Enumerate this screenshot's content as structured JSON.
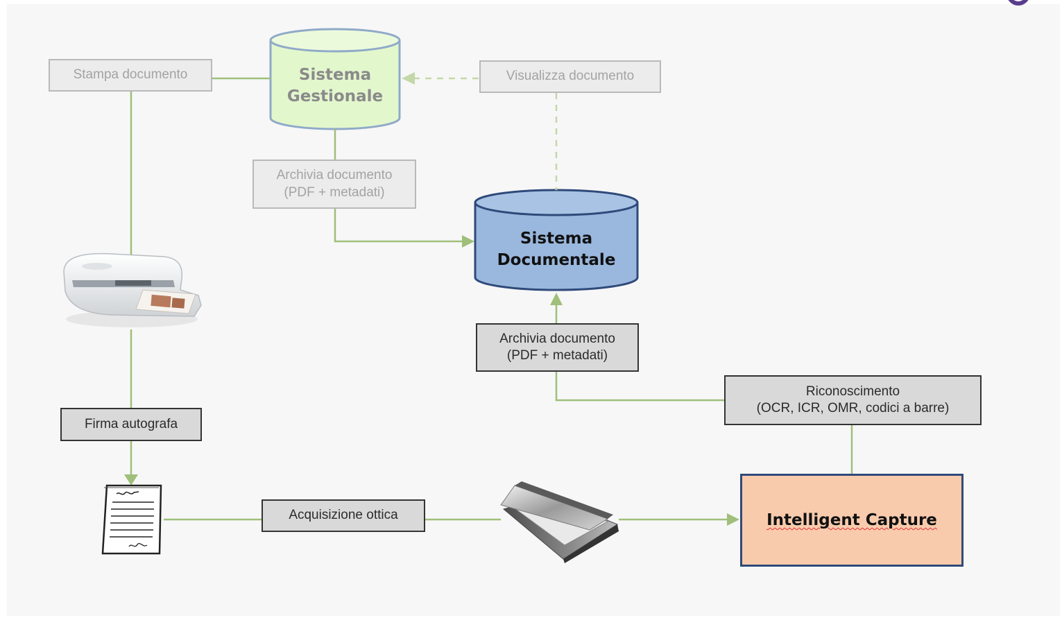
{
  "colors": {
    "background": "#f7f7f7",
    "connector": "#9fbf7a",
    "connector_dashed": "#c3d8a8",
    "gestionale_fill": "#e3f7cd",
    "documentale_fill": "#9ab8de",
    "capture_fill": "#f9cbad",
    "capture_border": "#2f4a7a"
  },
  "nodes": {
    "sistema_gestionale": "Sistema\nGestionale",
    "sistema_documentale": "Sistema\nDocumentale",
    "intelligent_capture": "Intelligent Capture"
  },
  "labels": {
    "stampa_documento": "Stampa documento",
    "visualizza_documento": "Visualizza documento",
    "archivia_documento_top": "Archivia documento\n(PDF + metadati)",
    "archivia_documento_bottom": "Archivia documento\n(PDF + metadati)",
    "riconoscimento": "Riconoscimento\n(OCR, ICR, OMR, codici a barre)",
    "firma_autografa": "Firma autografa",
    "acquisizione_ottica": "Acquisizione ottica"
  },
  "icons": {
    "printer": "printer-icon",
    "document": "signed-document-icon",
    "scanner": "flatbed-scanner-icon"
  }
}
